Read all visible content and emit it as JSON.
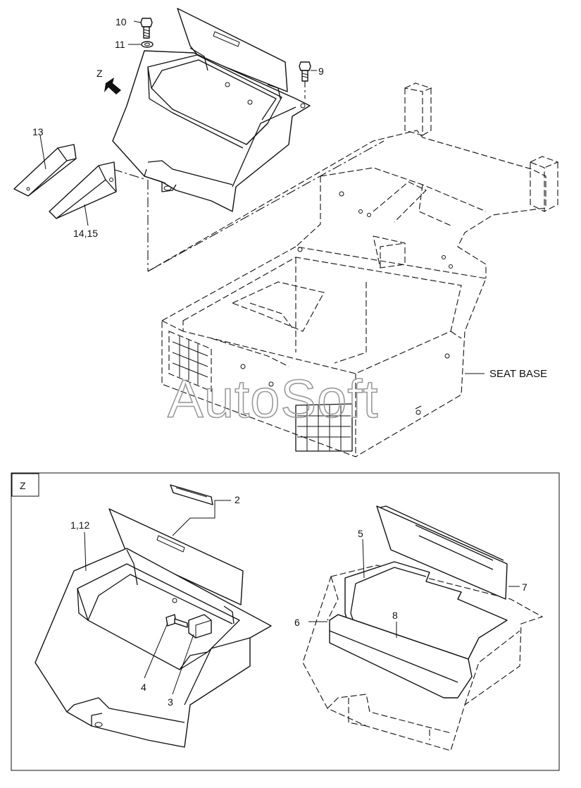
{
  "watermark": "AutoSoft",
  "view_marker": {
    "arrow_label": "Z",
    "box_label": "Z"
  },
  "callouts": {
    "c10": "10",
    "c11": "11",
    "c9": "9",
    "c13": "13",
    "c14_15": "14,15",
    "seat_base": "SEAT BASE",
    "c2": "2",
    "c1_12": "1,12",
    "c5": "5",
    "c7": "7",
    "c6": "6",
    "c8": "8",
    "c4": "4",
    "c3": "3"
  },
  "colors": {
    "line": "#111111",
    "watermark": "#9a9a9a",
    "background": "#ffffff"
  }
}
